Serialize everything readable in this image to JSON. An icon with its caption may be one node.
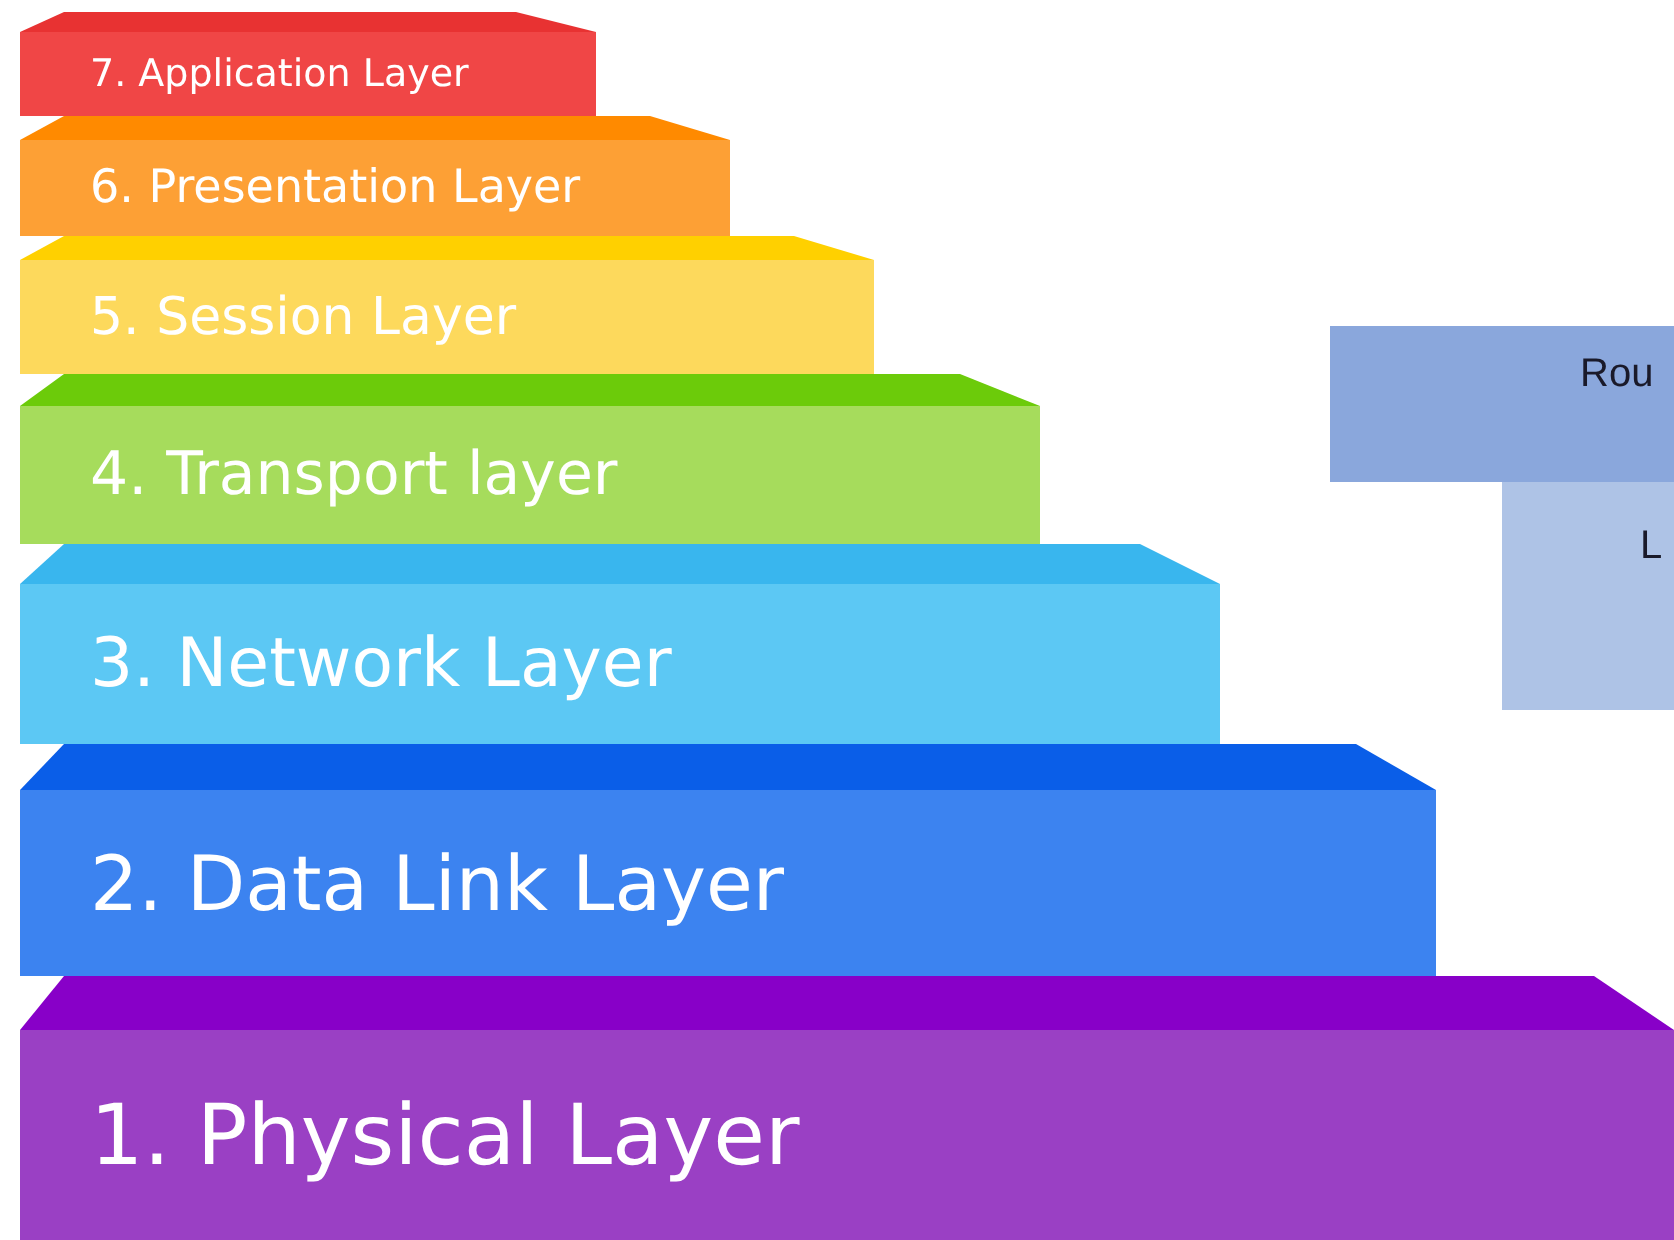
{
  "diagram": {
    "nodes": [
      {
        "text": [
          "7. Application Layer"
        ]
      },
      {
        "text": [
          "6. Presentation Layer"
        ]
      },
      {
        "text": [
          "5. Session Layer"
        ]
      },
      {
        "text": [
          "4. Transport layer"
        ]
      },
      {
        "text": [
          "3. Network Layer"
        ]
      },
      {
        "text": [
          "2. Data Link Layer"
        ]
      },
      {
        "text": [
          "1. Physical Layer"
        ]
      },
      {
        "text": [
          "Rou"
        ]
      },
      {
        "text": [
          "L"
        ]
      }
    ]
  }
}
